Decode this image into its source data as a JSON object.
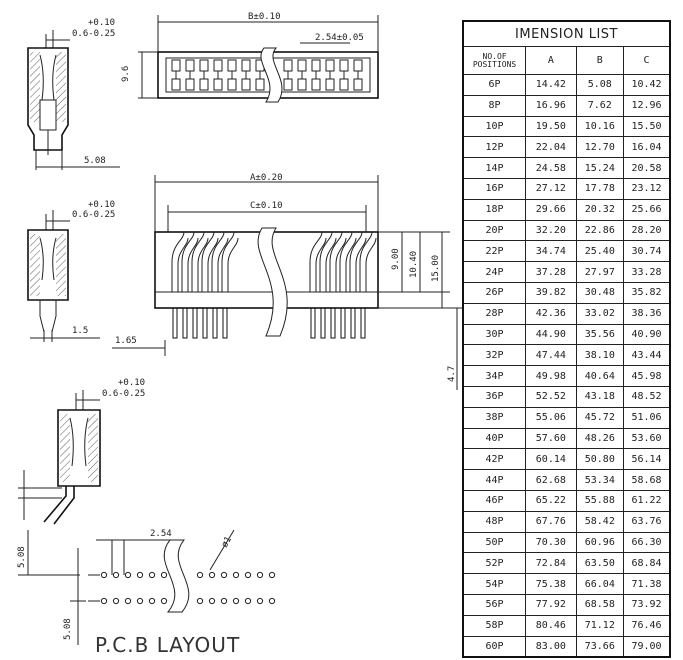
{
  "dimension_list": {
    "title": "IMENSION LIST",
    "col_positions_line1": "NO.OF",
    "col_positions_line2": "POSITIONS",
    "col_a": "A",
    "col_b": "B",
    "col_c": "C",
    "rows": [
      {
        "pos": "6P",
        "a": "14.42",
        "b": "5.08",
        "c": "10.42"
      },
      {
        "pos": "8P",
        "a": "16.96",
        "b": "7.62",
        "c": "12.96"
      },
      {
        "pos": "10P",
        "a": "19.50",
        "b": "10.16",
        "c": "15.50"
      },
      {
        "pos": "12P",
        "a": "22.04",
        "b": "12.70",
        "c": "16.04"
      },
      {
        "pos": "14P",
        "a": "24.58",
        "b": "15.24",
        "c": "20.58"
      },
      {
        "pos": "16P",
        "a": "27.12",
        "b": "17.78",
        "c": "23.12"
      },
      {
        "pos": "18P",
        "a": "29.66",
        "b": "20.32",
        "c": "25.66"
      },
      {
        "pos": "20P",
        "a": "32.20",
        "b": "22.86",
        "c": "28.20"
      },
      {
        "pos": "22P",
        "a": "34.74",
        "b": "25.40",
        "c": "30.74"
      },
      {
        "pos": "24P",
        "a": "37.28",
        "b": "27.97",
        "c": "33.28"
      },
      {
        "pos": "26P",
        "a": "39.82",
        "b": "30.48",
        "c": "35.82"
      },
      {
        "pos": "28P",
        "a": "42.36",
        "b": "33.02",
        "c": "38.36"
      },
      {
        "pos": "30P",
        "a": "44.90",
        "b": "35.56",
        "c": "40.90"
      },
      {
        "pos": "32P",
        "a": "47.44",
        "b": "38.10",
        "c": "43.44"
      },
      {
        "pos": "34P",
        "a": "49.98",
        "b": "40.64",
        "c": "45.98"
      },
      {
        "pos": "36P",
        "a": "52.52",
        "b": "43.18",
        "c": "48.52"
      },
      {
        "pos": "38P",
        "a": "55.06",
        "b": "45.72",
        "c": "51.06"
      },
      {
        "pos": "40P",
        "a": "57.60",
        "b": "48.26",
        "c": "53.60"
      },
      {
        "pos": "42P",
        "a": "60.14",
        "b": "50.80",
        "c": "56.14"
      },
      {
        "pos": "44P",
        "a": "62.68",
        "b": "53.34",
        "c": "58.68"
      },
      {
        "pos": "46P",
        "a": "65.22",
        "b": "55.88",
        "c": "61.22"
      },
      {
        "pos": "48P",
        "a": "67.76",
        "b": "58.42",
        "c": "63.76"
      },
      {
        "pos": "50P",
        "a": "70.30",
        "b": "60.96",
        "c": "66.30"
      },
      {
        "pos": "52P",
        "a": "72.84",
        "b": "63.50",
        "c": "68.84"
      },
      {
        "pos": "54P",
        "a": "75.38",
        "b": "66.04",
        "c": "71.38"
      },
      {
        "pos": "56P",
        "a": "77.92",
        "b": "68.58",
        "c": "73.92"
      },
      {
        "pos": "58P",
        "a": "80.46",
        "b": "71.12",
        "c": "76.46"
      },
      {
        "pos": "60P",
        "a": "83.00",
        "b": "73.66",
        "c": "79.00"
      }
    ]
  },
  "labels": {
    "tolerance_upper": "+0.10",
    "tolerance_range": "0.6-0.25",
    "side1_width": "5.08",
    "top_b_tol": "B±0.10",
    "top_pitch": "2.54±0.05",
    "top_height": "9.6",
    "front_a_tol": "A±0.20",
    "front_c_tol": "C±0.10",
    "front_h1": "9.00",
    "front_h2": "10.40",
    "front_h3": "15.00",
    "lead_len": "4.7",
    "lead_offset": "1.65",
    "side2_width": "1.5",
    "pcb_pitch": "2.54",
    "pcb_hole": "ø1",
    "pcb_v1": "5.08",
    "pcb_v2": "5.08",
    "pcb_title": "P.C.B LAYOUT"
  }
}
